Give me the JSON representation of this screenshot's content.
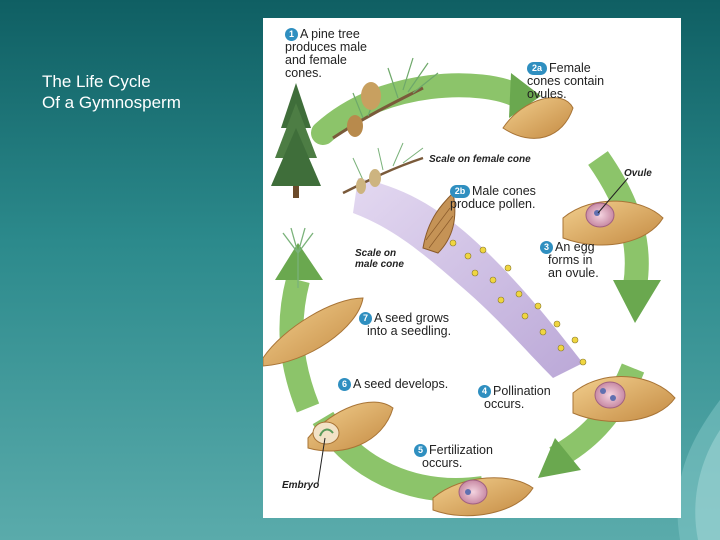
{
  "slide": {
    "title_lines": [
      "The Life Cycle",
      "Of a Gymnosperm"
    ]
  },
  "diagram": {
    "steps": [
      {
        "number": "1",
        "lines": [
          "A pine tree",
          "produces male",
          "and female",
          "cones."
        ]
      },
      {
        "number": "2a",
        "lines": [
          "Female",
          "cones contain",
          "ovules."
        ]
      },
      {
        "number": "2b",
        "lines": [
          "Male cones",
          "produce pollen."
        ]
      },
      {
        "number": "3",
        "lines": [
          "An egg",
          "forms in",
          "an ovule."
        ]
      },
      {
        "number": "4",
        "lines": [
          "Pollination",
          "occurs."
        ]
      },
      {
        "number": "5",
        "lines": [
          "Fertilization",
          "occurs."
        ]
      },
      {
        "number": "6",
        "lines": [
          "A seed develops."
        ]
      },
      {
        "number": "7",
        "lines": [
          "A seed grows",
          "into a seedling."
        ]
      }
    ],
    "captions": {
      "scale_female": "Scale on female cone",
      "ovule": "Ovule",
      "scale_male": [
        "Scale on",
        "male cone"
      ],
      "embryo": "Embryo"
    },
    "colors": {
      "cycle_arrow": "#7cb85c",
      "pollen_stream": "#b89fd0",
      "scale": "#d9a55e",
      "badge": "#2f8fc0"
    }
  }
}
